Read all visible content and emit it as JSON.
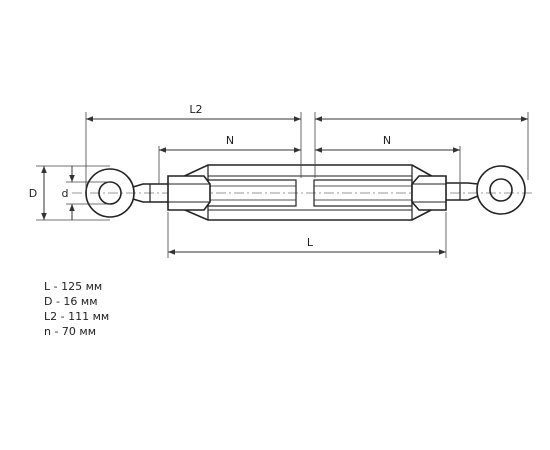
{
  "drawing": {
    "dimension_labels": {
      "L2": "L2",
      "N_left": "N",
      "N_right": "N",
      "L": "L",
      "D": "D",
      "d": "d"
    }
  },
  "specs": [
    "L - 125 мм",
    "D - 16 мм",
    "L2 - 111 мм",
    "n - 70 мм"
  ],
  "colors": {
    "line": "#222222",
    "dimension": "#333333"
  }
}
